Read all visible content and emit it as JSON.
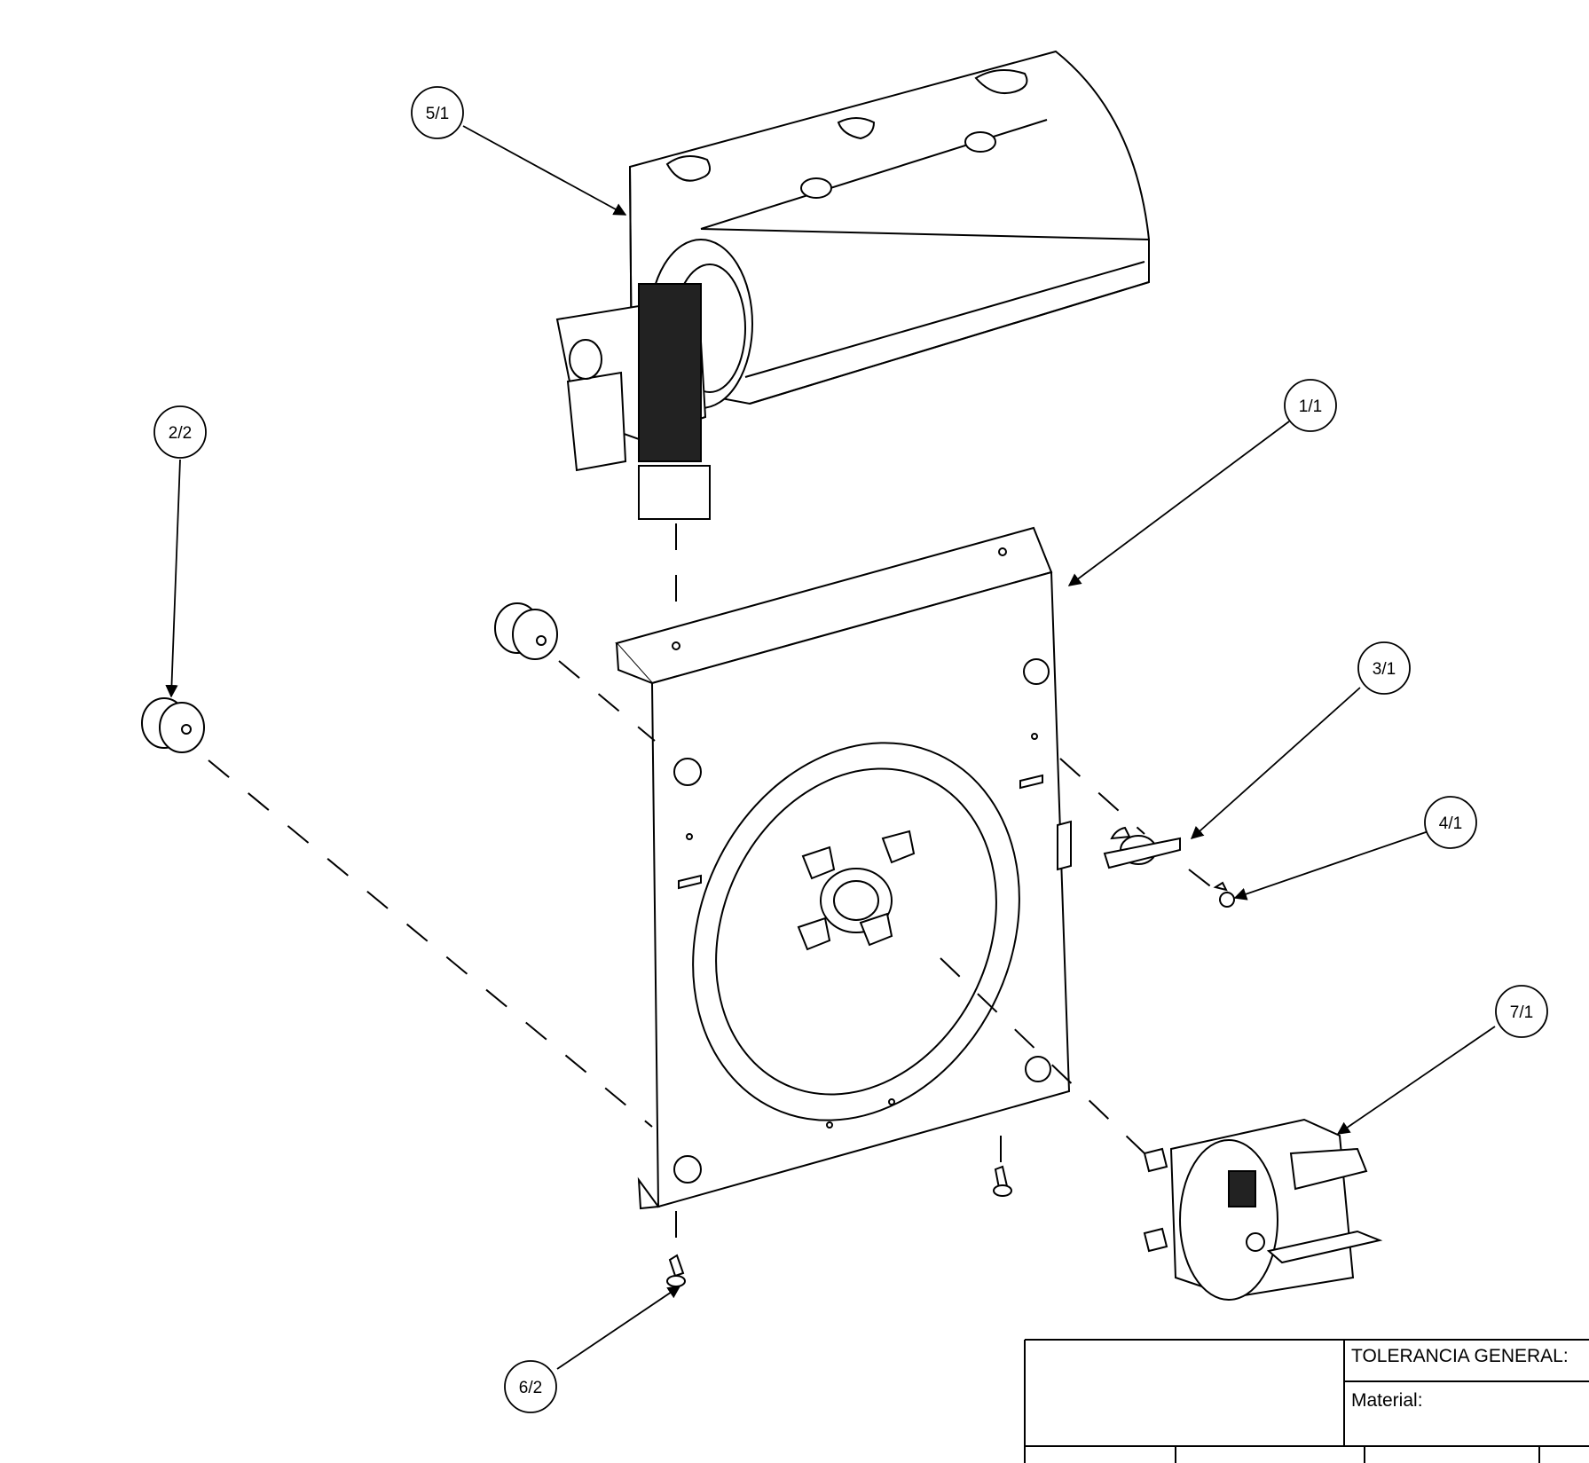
{
  "balloons": [
    {
      "id": "b-5-1",
      "label": "5/1"
    },
    {
      "id": "b-2-2",
      "label": "2/2"
    },
    {
      "id": "b-1-1",
      "label": "1/1"
    },
    {
      "id": "b-3-1",
      "label": "3/1"
    },
    {
      "id": "b-4-1",
      "label": "4/1"
    },
    {
      "id": "b-7-1",
      "label": "7/1"
    },
    {
      "id": "b-6-2",
      "label": "6/2"
    }
  ],
  "title_block": {
    "tolerance_label": "TOLERANCIA GENERAL:",
    "material_label": "Material:"
  },
  "colors": {
    "line": "#000000",
    "dark": "#222222",
    "background": "#ffffff"
  }
}
